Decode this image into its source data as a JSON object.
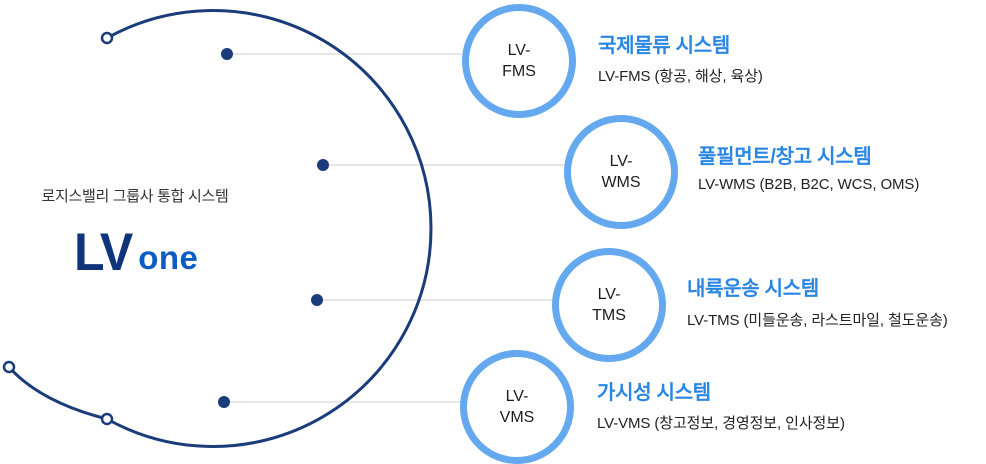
{
  "brand": {
    "subtitle": "로지스밸리 그룹사 통합 시스템",
    "logo_main": "LV",
    "logo_sub": "one"
  },
  "systems": [
    {
      "code_line1": "LV-",
      "code_line2": "FMS",
      "title": "국제물류 시스템",
      "desc": "LV-FMS (항공, 해상, 육상)"
    },
    {
      "code_line1": "LV-",
      "code_line2": "WMS",
      "title": "풀필먼트/창고 시스템",
      "desc": "LV-WMS (B2B, B2C, WCS, OMS)"
    },
    {
      "code_line1": "LV-",
      "code_line2": "TMS",
      "title": "내륙운송 시스템",
      "desc": "LV-TMS (미들운송, 라스트마일, 철도운송)"
    },
    {
      "code_line1": "LV-",
      "code_line2": "VMS",
      "title": "가시성 시스템",
      "desc": "LV-VMS (창고정보, 경영정보, 인사정보)"
    }
  ],
  "colors": {
    "arc": "#1a3c7a",
    "node_border": "#64a8ef",
    "title": "#2a86e3",
    "logo_dark": "#10347a",
    "logo_light": "#0d5cc4",
    "connector": "#cccccc"
  }
}
